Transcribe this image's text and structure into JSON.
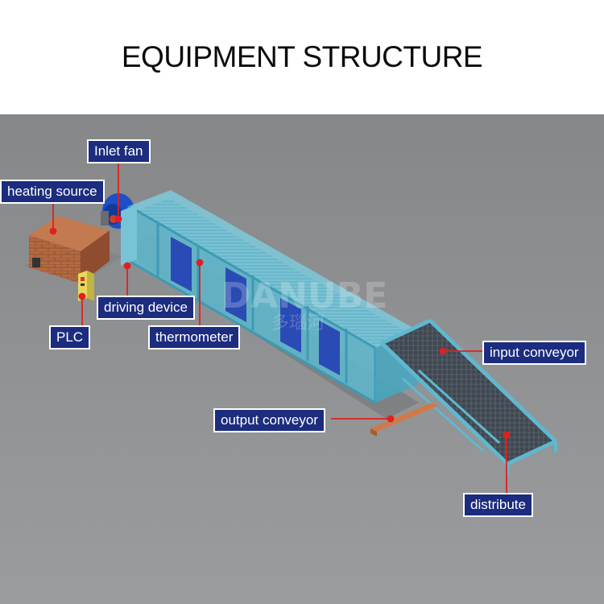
{
  "title": "EQUIPMENT STRUCTURE",
  "watermark": {
    "brand": "DANUBE",
    "chinese": "多瑙河"
  },
  "labels": {
    "inlet_fan": "Inlet fan",
    "heating_source": "heating source",
    "driving_device": "driving device",
    "plc": "PLC",
    "thermometer": "thermometer",
    "input_conveyor": "input conveyor",
    "output_conveyor": "output conveyor",
    "distribute": "distribute"
  },
  "colors": {
    "background": "#8f9194",
    "label_fill": "#1c2c7e",
    "label_border": "#ffffff",
    "leader_line": "#e02020",
    "frame": "#5fb8cf",
    "panel_blue": "#2a4bb5",
    "brick": "#b0643c"
  }
}
